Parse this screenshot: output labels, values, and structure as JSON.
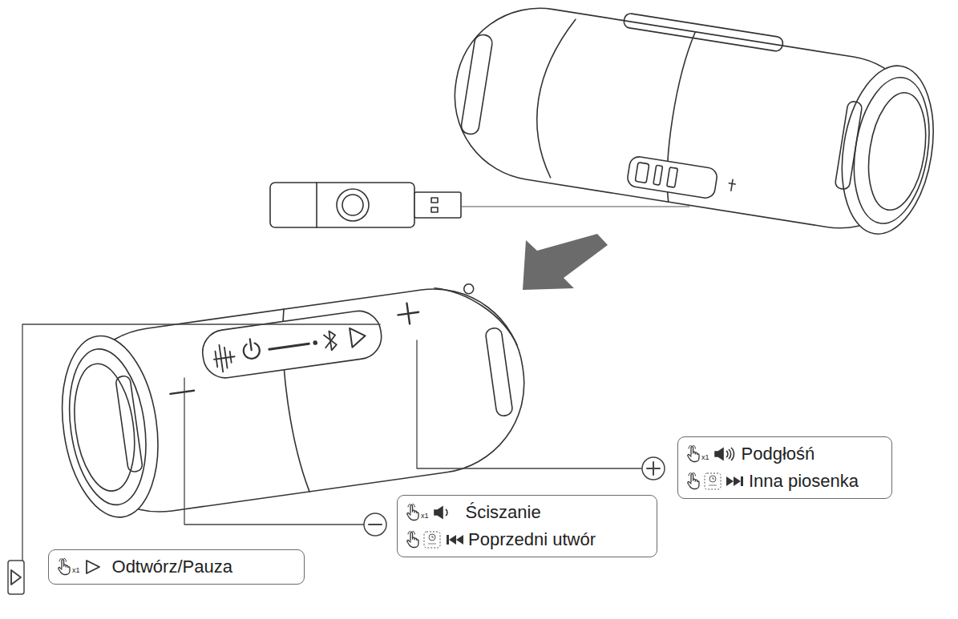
{
  "diagram": {
    "nodes": [
      {
        "text": [
          "Podgłośń",
          "Inna piosenka"
        ]
      },
      {
        "text": [
          "Ściszanie",
          "Poprzedni utwór"
        ]
      },
      {
        "text": [
          "Odtwórz/Pauza"
        ]
      }
    ],
    "labels": [
      "x1",
      "x1",
      "x1"
    ]
  }
}
